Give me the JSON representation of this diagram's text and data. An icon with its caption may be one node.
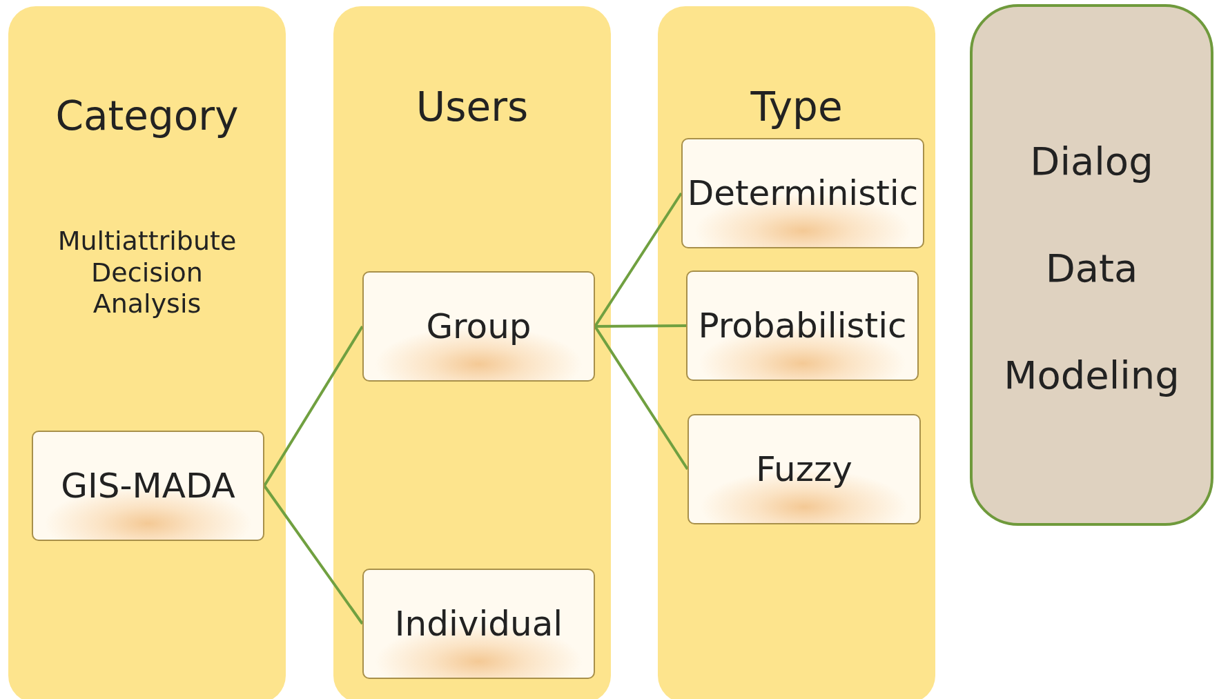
{
  "diagram": {
    "nodes": [
      {
        "text": [
          "Category",
          "Multiattribute Decision Analysis"
        ]
      },
      {
        "text": [
          "GIS-MADA"
        ],
        "in": 0
      },
      {
        "text": [
          "Users"
        ]
      },
      {
        "text": [
          "Group"
        ],
        "in": 2
      },
      {
        "text": [
          "Individual"
        ],
        "in": 2
      },
      {
        "text": [
          "Type"
        ]
      },
      {
        "text": [
          "Deterministic"
        ],
        "in": 5
      },
      {
        "text": [
          "Probabilistic"
        ],
        "in": 5
      },
      {
        "text": [
          "Fuzzy"
        ],
        "in": 5
      },
      {
        "text": [
          "Dialog",
          "Data",
          "Modeling"
        ]
      }
    ],
    "edges": [
      {
        "from": 1,
        "to": 3,
        "arrow": "none"
      },
      {
        "from": 1,
        "to": 4,
        "arrow": "none"
      },
      {
        "from": 3,
        "to": 6,
        "arrow": "none"
      },
      {
        "from": 3,
        "to": 7,
        "arrow": "none"
      },
      {
        "from": 3,
        "to": 8,
        "arrow": "none"
      }
    ]
  }
}
